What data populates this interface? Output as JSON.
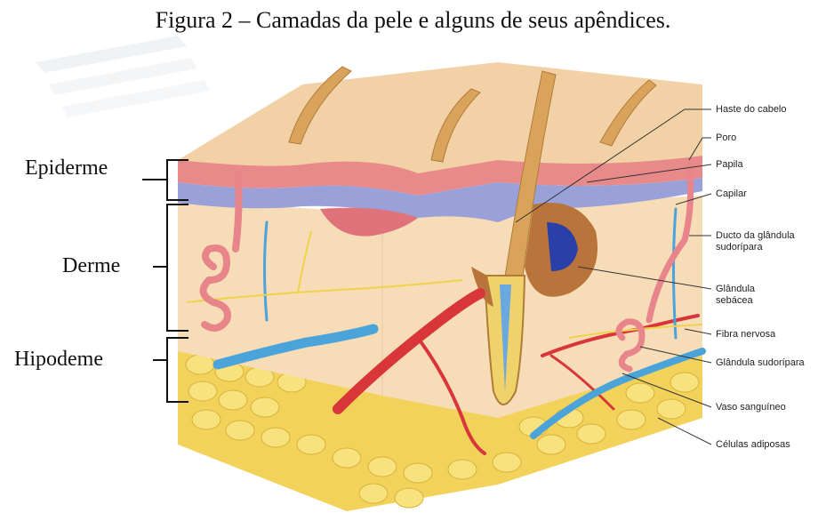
{
  "figure": {
    "title": "Figura 2 – Camadas da pele e alguns de seus apêndices."
  },
  "layers": [
    {
      "label": "Epiderme"
    },
    {
      "label": "Derme"
    },
    {
      "label": "Hipodeme"
    }
  ],
  "callouts": [
    {
      "label": "Haste do cabelo"
    },
    {
      "label": "Poro"
    },
    {
      "label": "Papila"
    },
    {
      "label": "Capilar"
    },
    {
      "label": "Ducto da glândula\nsudorípara"
    },
    {
      "label": "Glândula\nsebácea"
    },
    {
      "label": "Fibra nervosa"
    },
    {
      "label": "Glândula sudorípara"
    },
    {
      "label": "Vaso sanguíneo"
    },
    {
      "label": "Células adiposas"
    }
  ],
  "colors": {
    "epidermis": "#e98a8a",
    "basal_layer": "#9aa0d8",
    "dermis": "#f7dcb8",
    "fat": "#f2d25a",
    "hair": "#d9a35c",
    "artery": "#d9363a",
    "vein": "#4aa3d9",
    "nerve": "#f0d24a",
    "sebaceous": "#b8743a"
  }
}
